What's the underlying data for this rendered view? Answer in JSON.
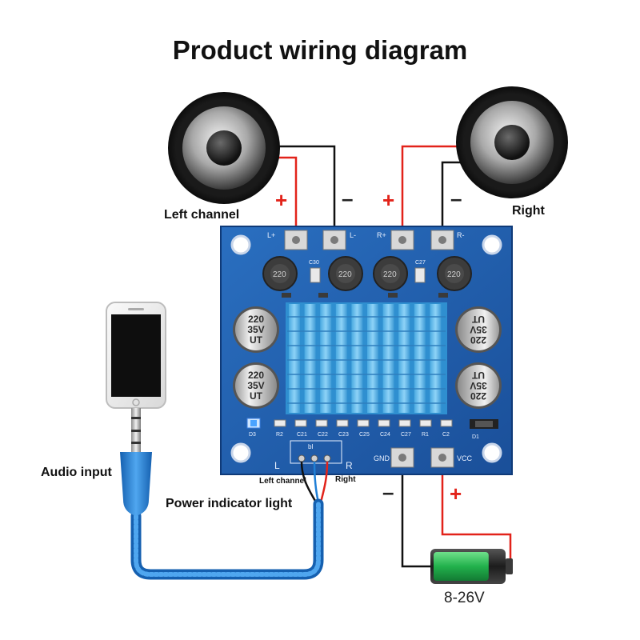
{
  "title": "Product wiring diagram",
  "labels": {
    "left_channel": "Left channel",
    "right": "Right",
    "audio_input": "Audio input",
    "power_indicator": "Power indicator light",
    "left_channel_small": "Left channel",
    "right_small": "Right",
    "voltage": "8-26V"
  },
  "polarity": {
    "plus": "+",
    "minus": "–"
  },
  "board": {
    "terminals": [
      "L+",
      "L-",
      "R+",
      "R-"
    ],
    "power_terminals": [
      "GND",
      "VCC"
    ],
    "input_markers": [
      "L",
      "R"
    ],
    "led_label": "D3",
    "capacitor_lines": [
      "220",
      "35V",
      "UT"
    ],
    "inductor_code": "220",
    "smd_labels": [
      "R2",
      "C21",
      "C22",
      "C23",
      "C25",
      "C24",
      "C27",
      "R1",
      "C2"
    ],
    "top_smd_labels": [
      "C30",
      "C27"
    ],
    "diode_label": "D1",
    "input_label": "bI"
  },
  "colors": {
    "pcb": "#1f5fae",
    "heatsink": "#5fb9ea",
    "wire_red": "#e2231a",
    "wire_black": "#111111",
    "cable_blue": "#1f7fd6",
    "battery_green": "#22b14c"
  },
  "battery_charge": 0.8
}
